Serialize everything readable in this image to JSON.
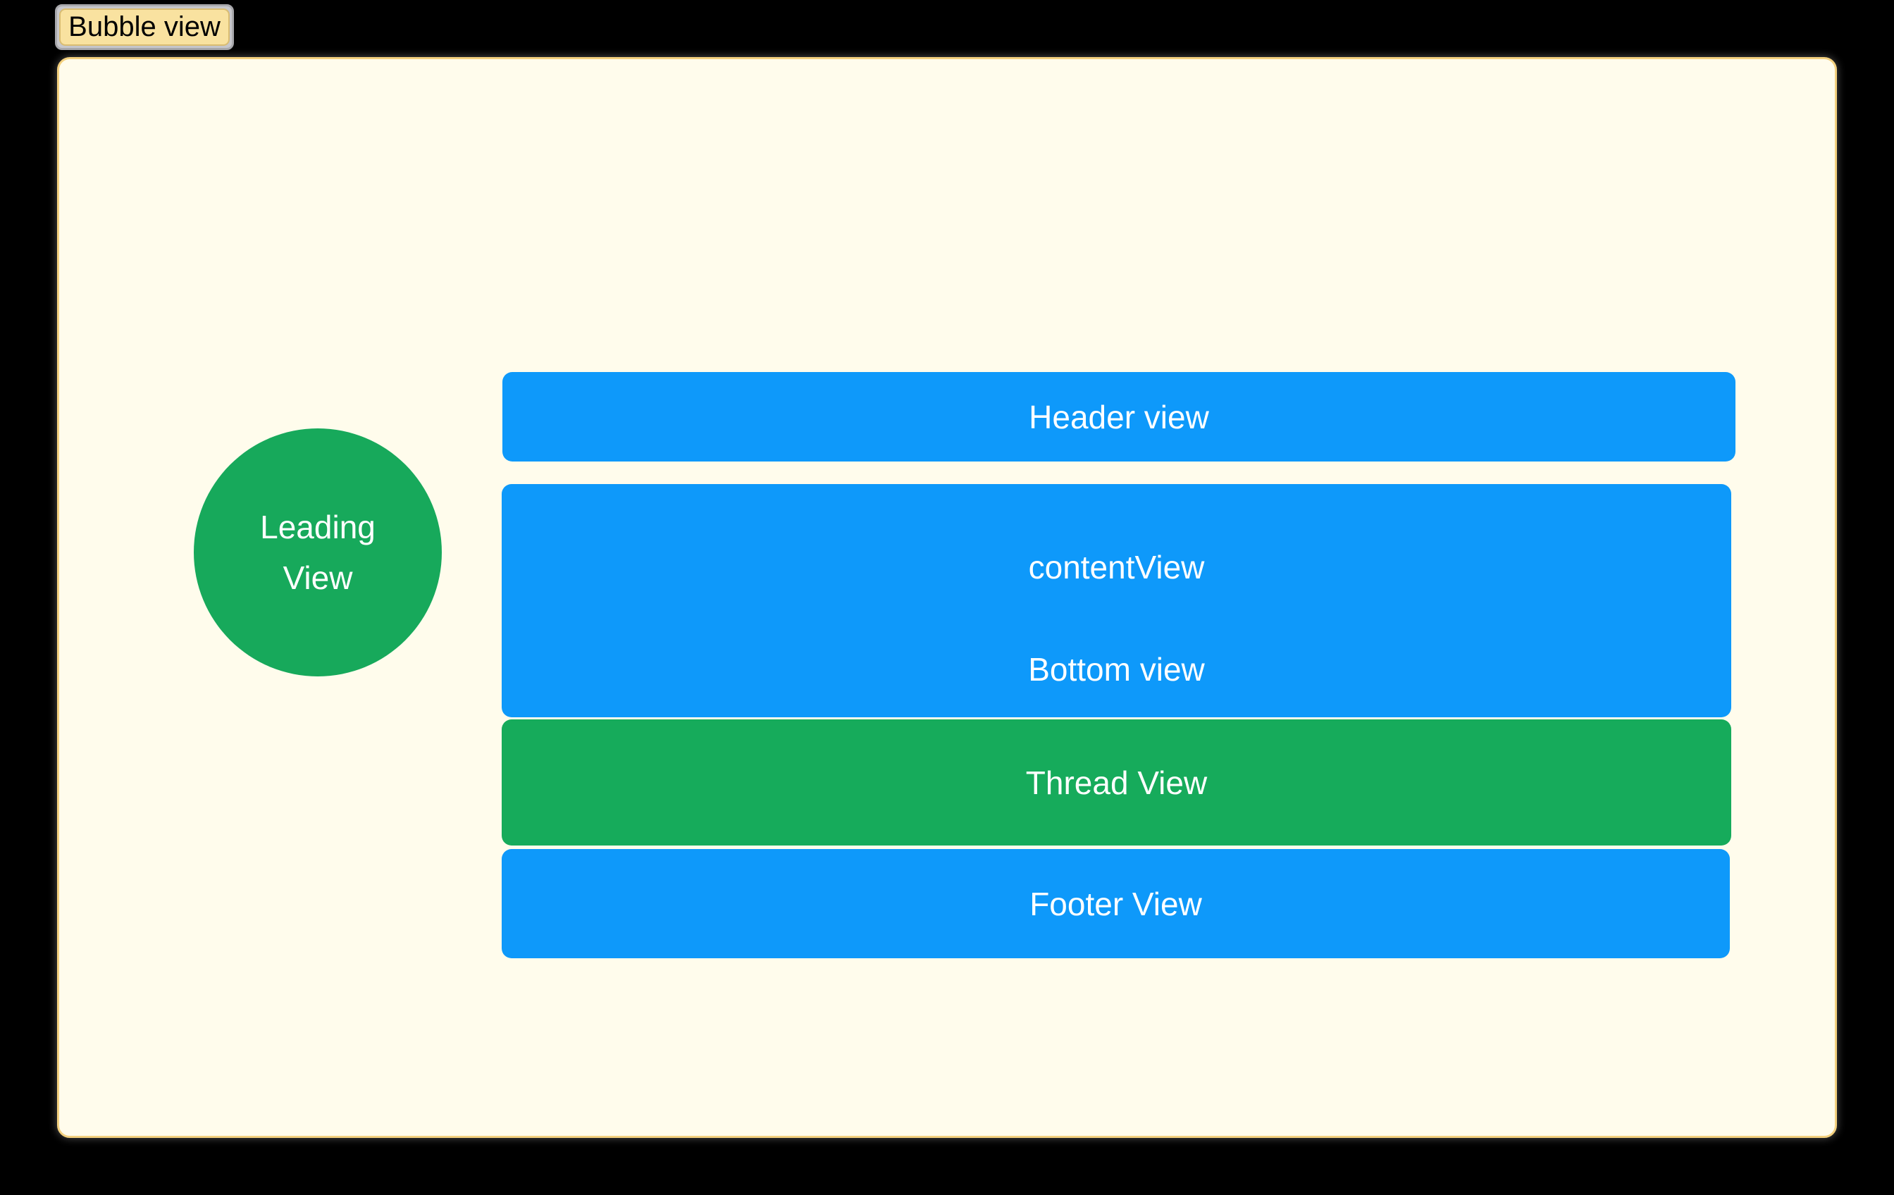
{
  "tab": {
    "label": "Bubble view"
  },
  "views": {
    "leading": {
      "line1": "Leading",
      "line2": "View"
    },
    "header": {
      "label": "Header view"
    },
    "content": {
      "label": "contentView"
    },
    "bottom": {
      "label": "Bottom view"
    },
    "thread": {
      "label": "Thread View"
    },
    "footer": {
      "label": "Footer View"
    }
  },
  "colors": {
    "background": "#000000",
    "canvas_bg": "#FFFCEC",
    "canvas_border": "#F3D07E",
    "view_blue": "#0E99FA",
    "view_green": "#16AB5B",
    "circle_green": "#17A95B",
    "tab_bg": "#F9E2A0",
    "tab_border": "#D9BC72",
    "tab_outer_border": "#A8A8AC",
    "tab_outer_bg": "#C7C7CB",
    "label_text": "#FFFFFF",
    "tab_text": "#000000"
  }
}
